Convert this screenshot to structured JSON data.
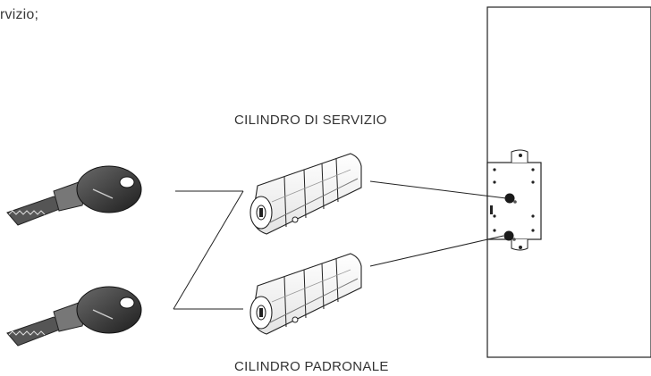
{
  "intro_text": "rvizio;",
  "labels": {
    "service_cylinder": "CILINDRO DI SERVIZIO",
    "master_cylinder": "CILINDRO PADRONALE"
  },
  "icons": [
    "key-icon",
    "cylinder-lock-icon",
    "door-lock-plate-icon"
  ],
  "colors": {
    "line": "#222222",
    "key_body": "#3a3a3a",
    "key_blade": "#555555"
  }
}
